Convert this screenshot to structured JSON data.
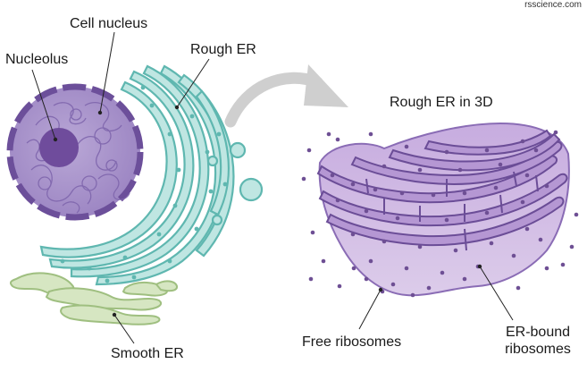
{
  "source_credit": "rsscience.com",
  "labels": {
    "cell_nucleus": "Cell nucleus",
    "nucleolus": "Nucleolus",
    "rough_er": "Rough ER",
    "smooth_er": "Smooth ER",
    "rough_er_3d": "Rough ER in 3D",
    "free_ribosomes": "Free ribosomes",
    "er_bound_line1": "ER-bound",
    "er_bound_line2": "ribosomes"
  },
  "colors": {
    "nucleus_fill": "#a995cc",
    "nucleus_edge": "#6c4f9a",
    "nucleolus": "#6f4c9c",
    "rough_er_fill": "#bfe6e2",
    "rough_er_edge": "#5fb7b0",
    "smooth_er_fill": "#d6e6c2",
    "smooth_er_edge": "#9fbf80",
    "er3d_fill": "#c9b2de",
    "er3d_edge": "#7a5ba6",
    "ribosome": "#6e4f94",
    "arrow": "#cfcfcf"
  }
}
